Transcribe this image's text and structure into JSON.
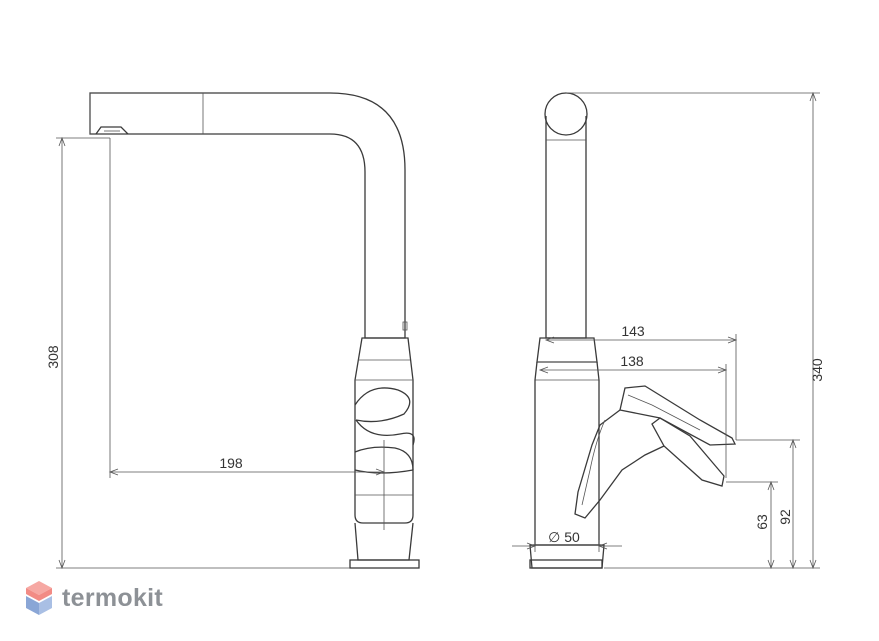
{
  "dimensions": {
    "height_spout": "308",
    "reach": "198",
    "lever_reach_total": "143",
    "lever_reach": "138",
    "total_height": "340",
    "base_diameter": "∅ 50",
    "handle_height_low": "63",
    "handle_height_high": "92"
  },
  "brand": {
    "name": "termokit"
  },
  "colors": {
    "line": "#3a3a3a",
    "logo_red": "#f28b85",
    "logo_blue": "#8aa6d6",
    "logo_text": "#8d9196"
  }
}
